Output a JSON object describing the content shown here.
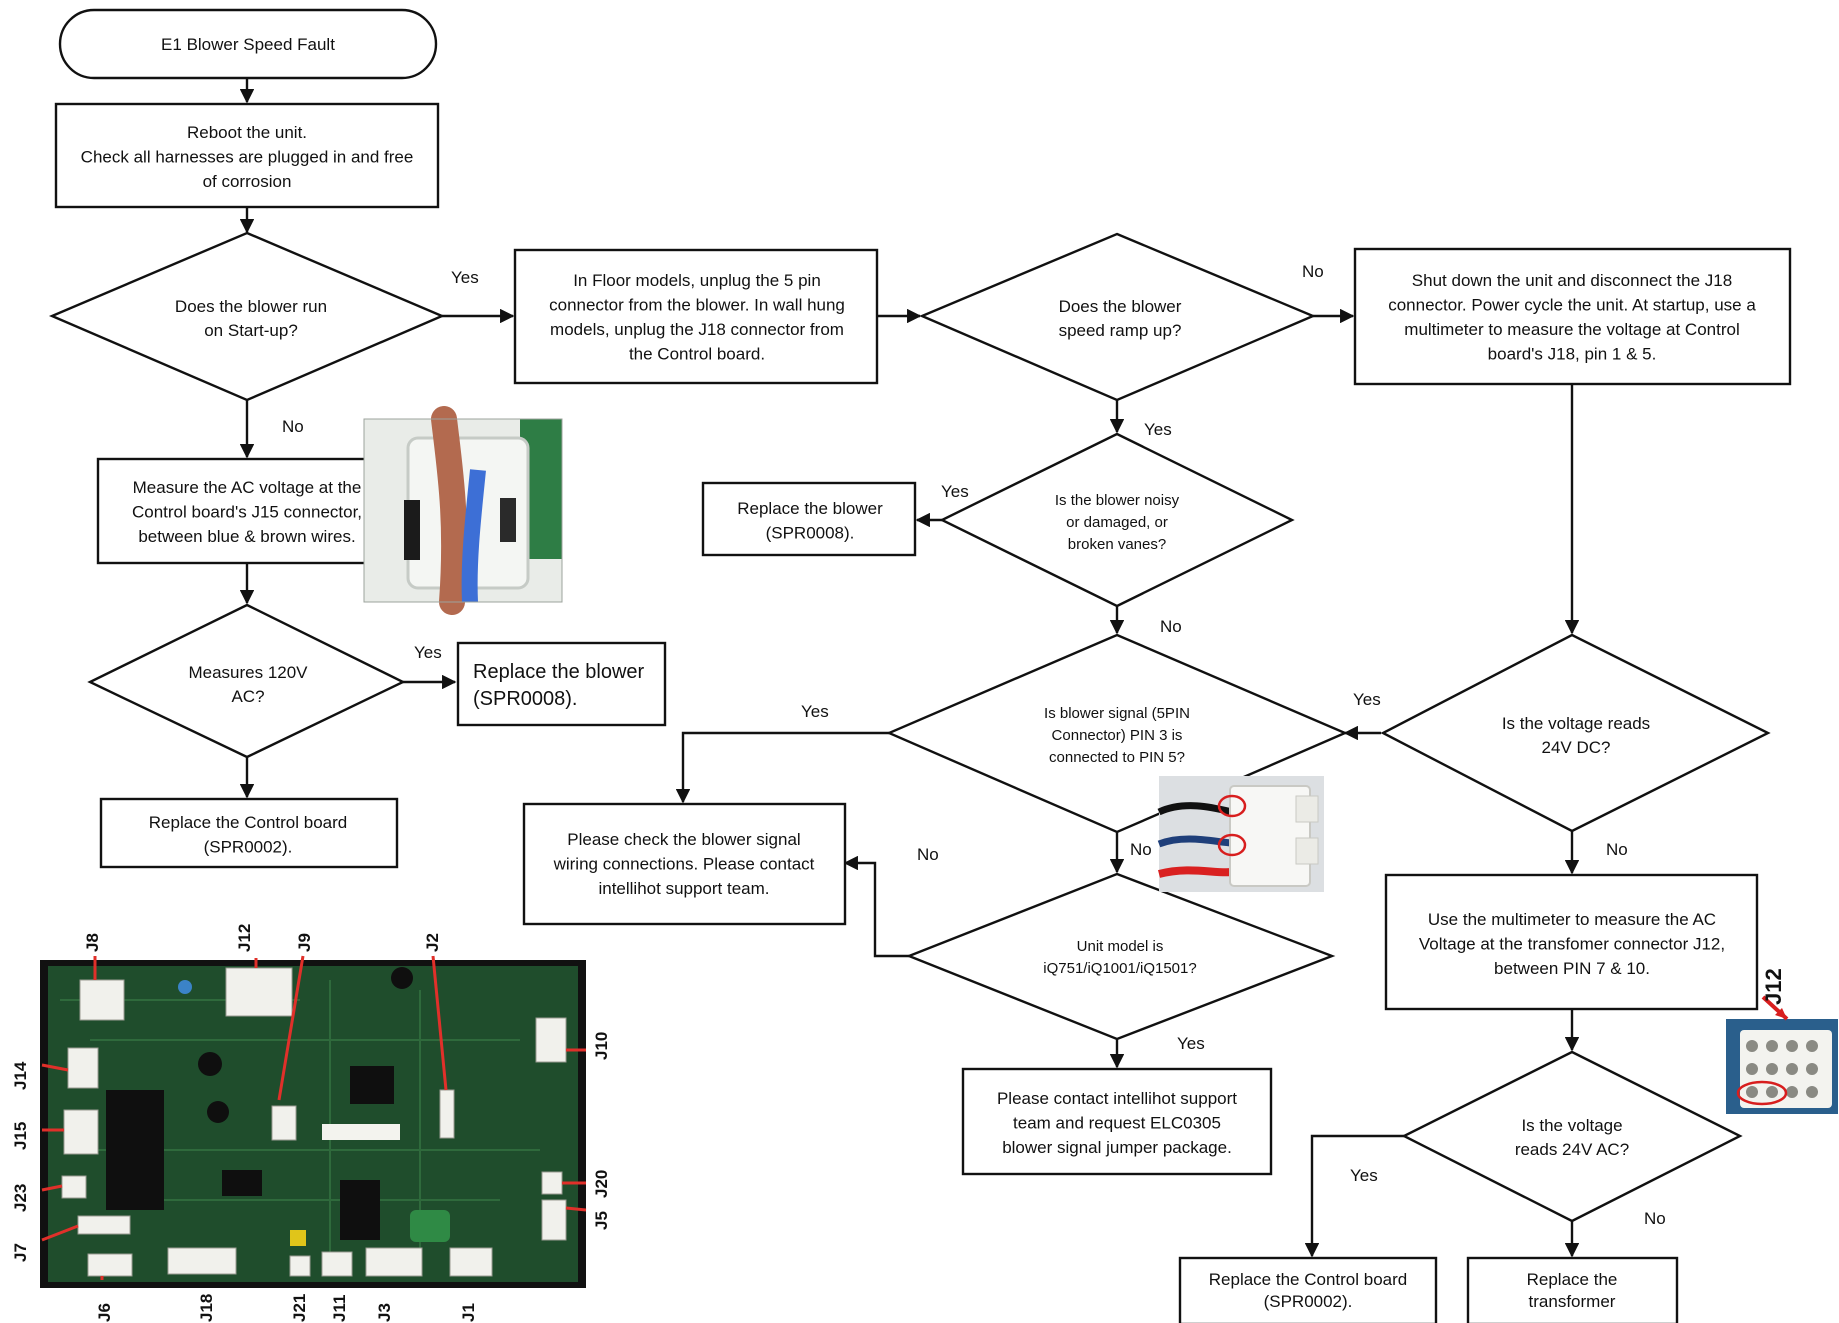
{
  "nodes": {
    "start": "E1 Blower Speed Fault",
    "reboot": [
      "Reboot the unit.",
      "Check all harnesses are plugged in and free",
      "of corrosion"
    ],
    "q_run": [
      "Does the blower run",
      "on Start-up?"
    ],
    "unplug": [
      "In Floor models, unplug the 5 pin",
      "connector from the blower. In wall hung",
      "models, unplug the J18 connector from",
      "the Control board."
    ],
    "q_ramp": [
      "Does the blower",
      "speed ramp up?"
    ],
    "shutdown": [
      "Shut down the unit and disconnect the J18",
      "connector. Power cycle the unit. At startup, use a",
      "multimeter to measure the voltage at Control",
      "board's J18, pin 1 & 5."
    ],
    "measure_ac": [
      "Measure the AC voltage at the",
      "Control board's J15 connector,",
      "between blue & brown wires."
    ],
    "replace_blower_1": [
      "Replace the blower",
      "(SPR0008)."
    ],
    "q_noisy": [
      "Is the blower noisy",
      "or damaged, or",
      "broken vanes?"
    ],
    "q_120v": [
      "Measures 120V",
      "AC?"
    ],
    "replace_blower_2": [
      "Replace the blower",
      "(SPR0008)."
    ],
    "q_signal": [
      "Is blower signal (5PIN",
      "Connector) PIN 3 is",
      "connected to PIN 5?"
    ],
    "q_24vdc": [
      "Is the voltage reads",
      "24V DC?"
    ],
    "replace_board_1": [
      "Replace the Control board",
      "(SPR0002)."
    ],
    "check_wiring": [
      "Please check the blower signal",
      "wiring connections. Please contact",
      "intellihot support team."
    ],
    "q_model": [
      "Unit model is",
      "iQ751/iQ1001/iQ1501?"
    ],
    "measure_transformer": [
      "Use the multimeter to measure the AC",
      "Voltage at the transfomer connector J12,",
      "between PIN 7 & 10."
    ],
    "contact_support": [
      "Please contact intellihot support",
      "team and request ELC0305",
      "blower signal jumper package."
    ],
    "q_24vac": [
      "Is the voltage",
      "reads 24V AC?"
    ],
    "replace_board_2": [
      "Replace the Control board",
      "(SPR0002)."
    ],
    "replace_transformer": [
      "Replace the",
      "transformer"
    ]
  },
  "edge_labels": {
    "run_yes": "Yes",
    "run_no": "No",
    "ramp_no": "No",
    "ramp_yes": "Yes",
    "noisy_yes": "Yes",
    "noisy_no": "No",
    "v120_yes": "Yes",
    "signal_yes": "Yes",
    "signal_no": "No",
    "vdc_yes": "Yes",
    "vdc_no": "No",
    "model_no": "No",
    "model_yes": "Yes",
    "vac_yes": "Yes",
    "vac_no": "No"
  },
  "board_labels": {
    "j8": "J8",
    "j12": "J12",
    "j9": "J9",
    "j2": "J2",
    "j10": "J10",
    "j14": "J14",
    "j15": "J15",
    "j23": "J23",
    "j7": "J7",
    "j20": "J20",
    "j5": "J5",
    "j6": "J6",
    "j18": "J18",
    "j21": "J21",
    "j11": "J11",
    "j3": "J3",
    "j1": "J1"
  },
  "photo_labels": {
    "j12_inset": "J12"
  },
  "colors": {
    "board_green": "#1f4d2c",
    "pointer_red": "#e0302a",
    "wire_brown": "#b36a4f",
    "wire_blue": "#3d6fd6",
    "wire_red": "#d92020",
    "highlight_red": "#d81e1e"
  }
}
